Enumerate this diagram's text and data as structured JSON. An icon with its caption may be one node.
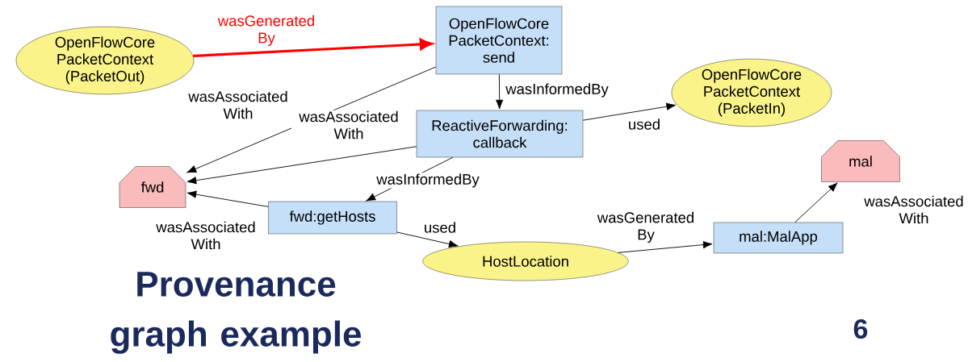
{
  "diagram": {
    "title": "Provenance graph example",
    "nodes": [
      {
        "text": [
          "OpenFlowCore PacketContext (PacketOut)"
        ]
      },
      {
        "text": [
          "OpenFlowCore PacketContext: send"
        ]
      },
      {
        "text": [
          "OpenFlowCore PacketContext (PacketIn)"
        ]
      },
      {
        "text": [
          "ReactiveForwarding: callback"
        ]
      },
      {
        "text": [
          "fwd"
        ]
      },
      {
        "text": [
          "fwd:getHosts"
        ]
      },
      {
        "text": [
          "HostLocation"
        ]
      },
      {
        "text": [
          "mal"
        ]
      },
      {
        "text": [
          "mal:MalApp"
        ]
      }
    ],
    "edges": [
      {
        "from": 0,
        "to": 1,
        "arrow": "to",
        "label": "wasGenerated By",
        "style": "thick",
        "color": "#ff0000"
      },
      {
        "from": 1,
        "to": 4,
        "arrow": "to",
        "label": "wasAssociated With"
      },
      {
        "from": 3,
        "to": 4,
        "arrow": "to",
        "label": "wasAssociated With"
      },
      {
        "from": 1,
        "to": 3,
        "arrow": "to",
        "label": "wasInformedBy"
      },
      {
        "from": 3,
        "to": 2,
        "arrow": "to",
        "label": "used"
      },
      {
        "from": 3,
        "to": 5,
        "arrow": "to",
        "label": "wasInformedBy"
      },
      {
        "from": 5,
        "to": 4,
        "arrow": "to",
        "label": "wasAssociated With"
      },
      {
        "from": 5,
        "to": 6,
        "arrow": "to",
        "label": "used"
      },
      {
        "from": 6,
        "to": 8,
        "arrow": "to",
        "label": "wasGenerated By"
      },
      {
        "from": 8,
        "to": 7,
        "arrow": "to",
        "label": "wasAssociated With"
      }
    ],
    "labels": [
      "6"
    ]
  }
}
